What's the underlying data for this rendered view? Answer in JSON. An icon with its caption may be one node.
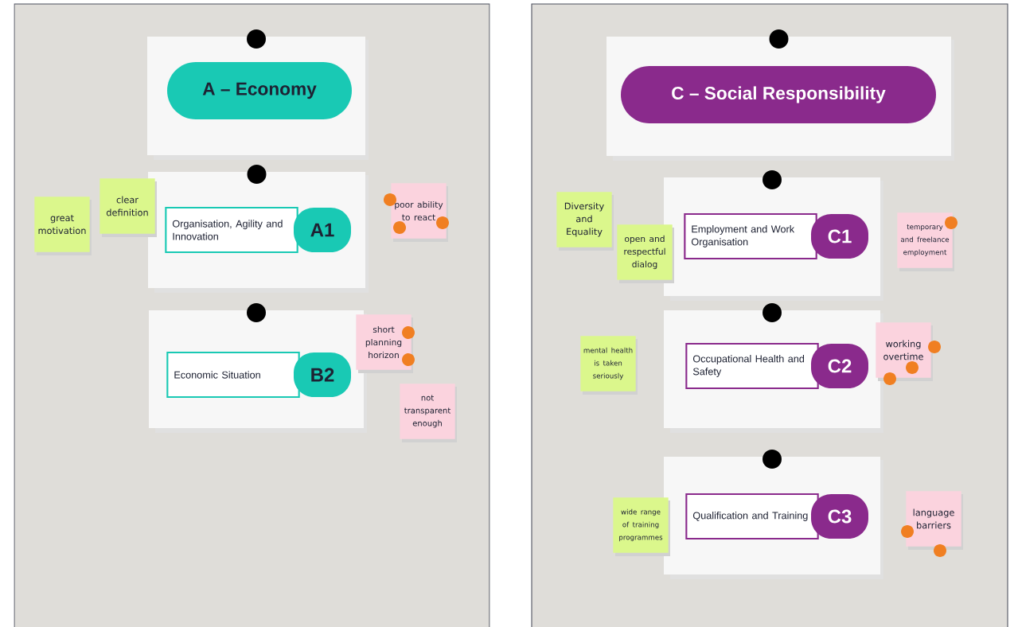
{
  "diagram": {
    "nodes": [
      {
        "text": [
          "A – Economy"
        ]
      },
      {
        "text": [
          "great motivation"
        ]
      },
      {
        "text": [
          "clear definition"
        ]
      },
      {
        "text": [
          "Organisation, Agility and Innovation"
        ]
      },
      {
        "text": [
          "A1"
        ]
      },
      {
        "text": [
          "poor ability to react"
        ]
      },
      {
        "text": [
          "short planning horizon"
        ]
      },
      {
        "text": [
          "Economic Situation"
        ]
      },
      {
        "text": [
          "B2"
        ]
      },
      {
        "text": [
          "not transparent enough"
        ]
      },
      {
        "text": [
          "C – Social Responsibility"
        ]
      },
      {
        "text": [
          "Diversity and Equality"
        ]
      },
      {
        "text": [
          "open and respectful dialog"
        ]
      },
      {
        "text": [
          "Employment and Work Organisation"
        ]
      },
      {
        "text": [
          "C1"
        ]
      },
      {
        "text": [
          "temporary and freelance employment"
        ]
      },
      {
        "text": [
          "mental health is taken seriously"
        ]
      },
      {
        "text": [
          "Occupational Health and Safety"
        ]
      },
      {
        "text": [
          "C2"
        ]
      },
      {
        "text": [
          "working overtime"
        ]
      },
      {
        "text": [
          "wide range of training programmes"
        ]
      },
      {
        "text": [
          "Qualification and Training"
        ]
      },
      {
        "text": [
          "C3"
        ]
      },
      {
        "text": [
          "language barriers"
        ]
      }
    ]
  }
}
